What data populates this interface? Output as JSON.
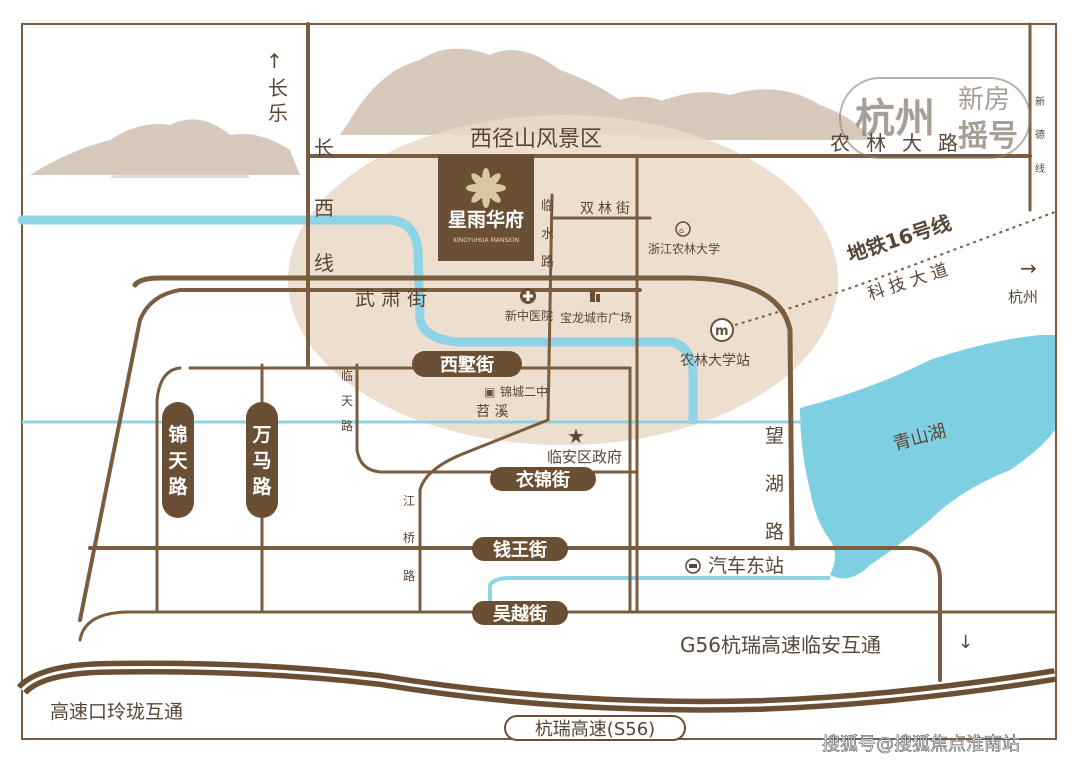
{
  "colors": {
    "road": "#7a5c3e",
    "road_light": "#a78b6b",
    "river": "#8fd3e6",
    "lake": "#7fcfe3",
    "zone": "#e9d9c8",
    "brand": "#6b4f34",
    "text": "#5a4636",
    "mountain": "#b7a18c"
  },
  "watermark": {
    "line1": "杭州",
    "line2": "新房",
    "line3": "摇号"
  },
  "zone_label": "西径山风景区",
  "project": {
    "name": "星雨华府",
    "subtitle": "XINGYUHUA MANSION",
    "icon": "flower-logo-icon"
  },
  "roads": {
    "changle": "长乐",
    "changxi": [
      "长",
      "西",
      "线"
    ],
    "linshui": [
      "临",
      "水",
      "路"
    ],
    "shuanglin": "双林街",
    "nonglin": "农林大路",
    "wusu": "武肃街",
    "xishu": "西墅街",
    "lintian": [
      "临",
      "天",
      "路"
    ],
    "jintian": [
      "锦",
      "天",
      "路"
    ],
    "wanma": [
      "万",
      "马",
      "路"
    ],
    "yijin": "衣锦街",
    "jiangqiao": [
      "江",
      "桥",
      "路"
    ],
    "wanghu": [
      "望",
      "湖",
      "路"
    ],
    "qianwang": "钱王街",
    "wuyue": "吴越街",
    "xinde": [
      "新",
      "德",
      "线"
    ],
    "kejidadao": "科技大道",
    "g56": "G56杭瑞高速临安互通",
    "gaosukou": "高速口玲珑互通",
    "s56": "杭瑞高速(S56)"
  },
  "pois": {
    "university": "浙江农林大学",
    "hospital": "新中医院",
    "plaza": "宝龙城市广场",
    "school": "锦城二中",
    "creek": "苕 溪",
    "government": "临安区政府",
    "station": "农林大学站",
    "bus": "汽车东站",
    "lake": "青山湖"
  },
  "metro_line": "地铁16号线",
  "direction_hangzhou": "杭州",
  "credit": "搜狐号@搜狐焦点淮南站"
}
